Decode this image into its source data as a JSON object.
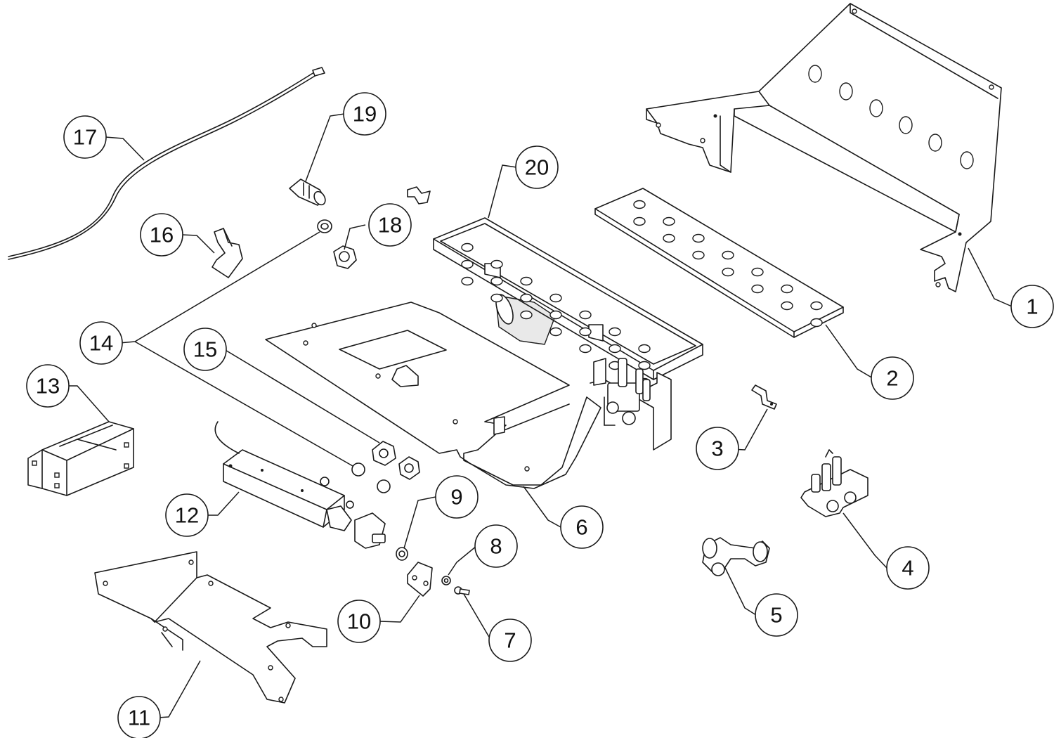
{
  "diagram": {
    "type": "exploded-parts-diagram",
    "callouts": [
      {
        "id": "c1",
        "label": "1"
      },
      {
        "id": "c2",
        "label": "2"
      },
      {
        "id": "c3",
        "label": "3"
      },
      {
        "id": "c4",
        "label": "4"
      },
      {
        "id": "c5",
        "label": "5"
      },
      {
        "id": "c6",
        "label": "6"
      },
      {
        "id": "c7",
        "label": "7"
      },
      {
        "id": "c8",
        "label": "8"
      },
      {
        "id": "c9",
        "label": "9"
      },
      {
        "id": "c10",
        "label": "10"
      },
      {
        "id": "c11",
        "label": "11"
      },
      {
        "id": "c12",
        "label": "12"
      },
      {
        "id": "c13",
        "label": "13"
      },
      {
        "id": "c14",
        "label": "14"
      },
      {
        "id": "c15",
        "label": "15"
      },
      {
        "id": "c16",
        "label": "16"
      },
      {
        "id": "c17",
        "label": "17"
      },
      {
        "id": "c18",
        "label": "18"
      },
      {
        "id": "c19",
        "label": "19"
      },
      {
        "id": "c20",
        "label": "20"
      }
    ]
  }
}
